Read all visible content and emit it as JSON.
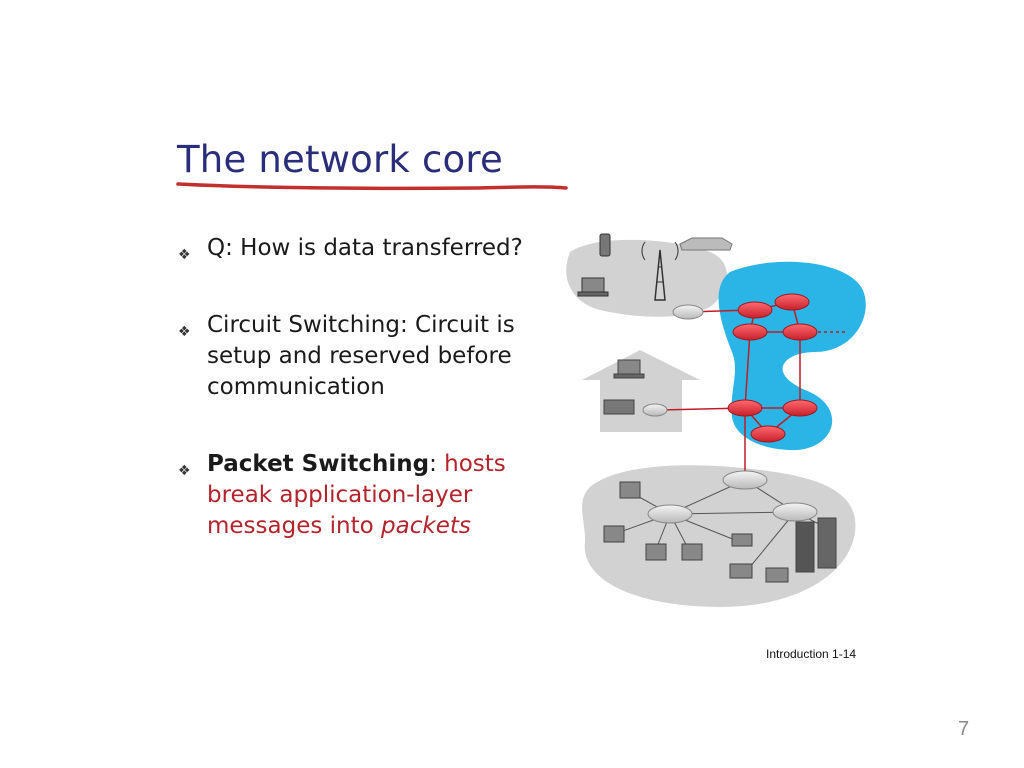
{
  "slide": {
    "title": "The network core",
    "bullets": [
      {
        "text": "Q: How is data transferred?"
      },
      {
        "text": "Circuit Switching: Circuit is setup and reserved before communication"
      },
      {
        "lead": "Packet Switching",
        "sep": ":",
        "body": "hosts break application-layer messages into ",
        "italic": "packets"
      }
    ],
    "bullet_icon": "diamond-bullet-icon",
    "caption": "Introduction 1-14",
    "page_number": "7"
  },
  "colors": {
    "title": "#2a2e7a",
    "underline": "#c2302e",
    "highlight_text": "#b3232c",
    "core_network": "#2ab5e6",
    "router": "#e8323f"
  }
}
